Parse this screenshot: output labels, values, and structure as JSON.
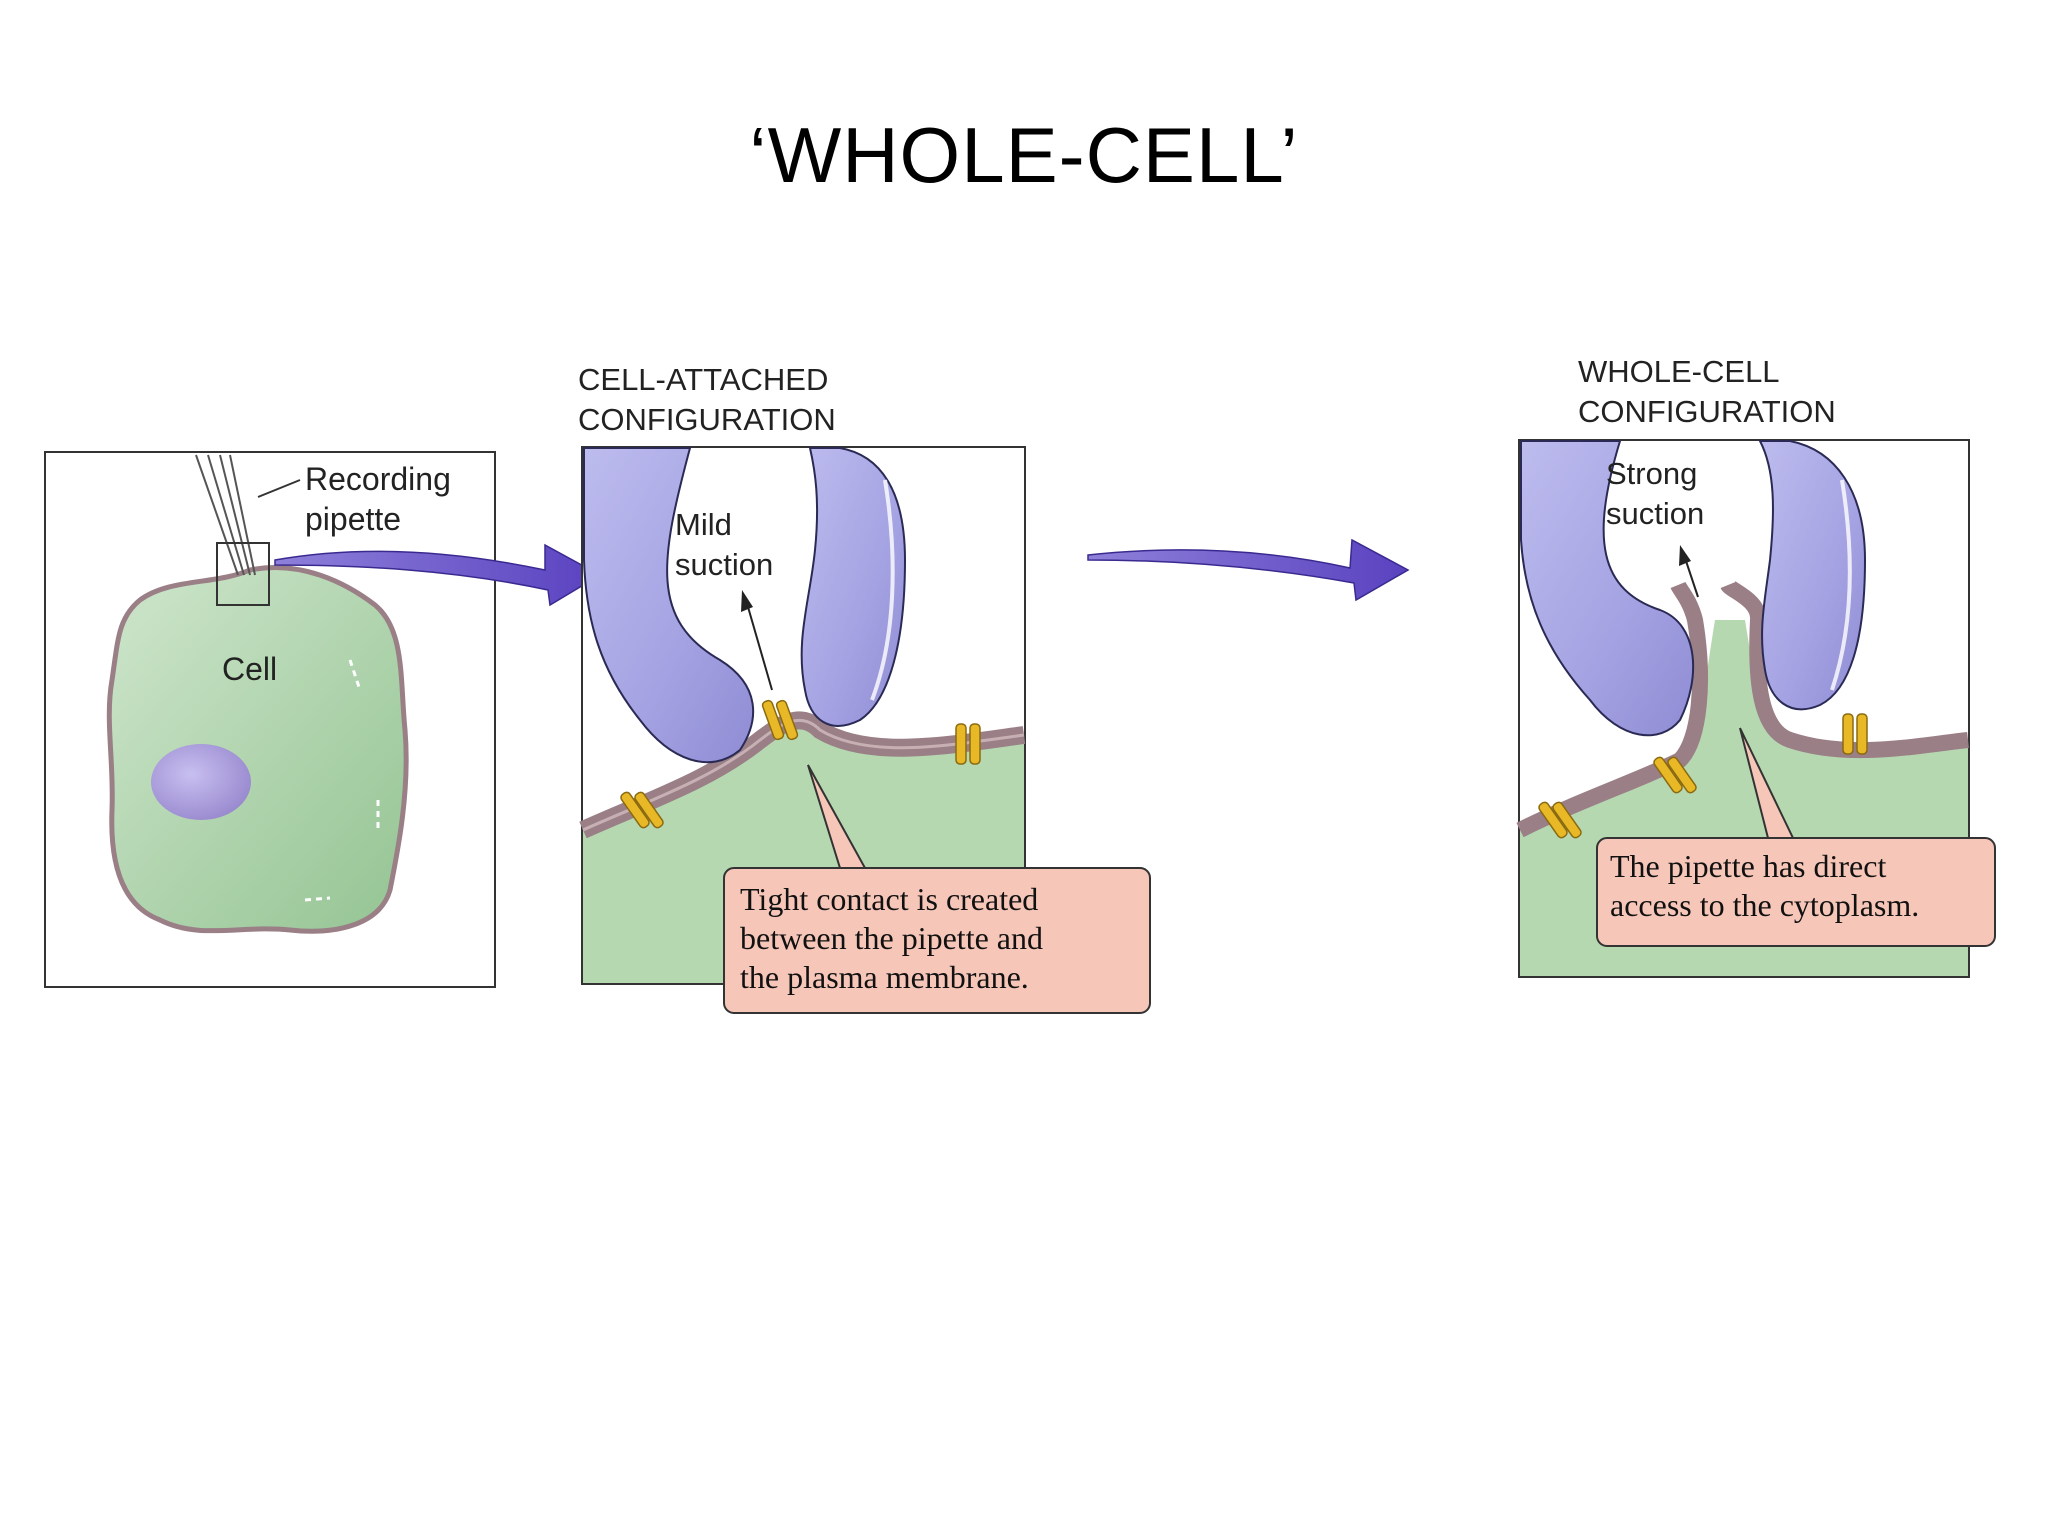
{
  "slide": {
    "title": "‘WHOLE-CELL’"
  },
  "panel_cell": {
    "pipette_label_line1": "Recording",
    "pipette_label_line2": "pipette",
    "cell_label": "Cell"
  },
  "panel_cell_attached": {
    "heading_line1": "CELL-ATTACHED",
    "heading_line2": "CONFIGURATION",
    "suction_line1": "Mild",
    "suction_line2": "suction",
    "callout_line1": "Tight contact is created",
    "callout_line2": "between the pipette and",
    "callout_line3": "the plasma membrane."
  },
  "panel_whole_cell": {
    "heading_line1": "WHOLE-CELL",
    "heading_line2": "CONFIGURATION",
    "suction_line1": "Strong",
    "suction_line2": "suction",
    "callout_line1": "The pipette has direct",
    "callout_line2": "access to the cytoplasm."
  },
  "colors": {
    "cell_fill": "#a9d2a6",
    "cell_border": "#9a7f86",
    "nucleus": "#a79ad6",
    "pipette": "#a9a8e4",
    "arrow": "#6a55c8",
    "membrane": "#9a7f86",
    "channel": "#e8b827",
    "callout_fill": "#f6c6b8"
  }
}
